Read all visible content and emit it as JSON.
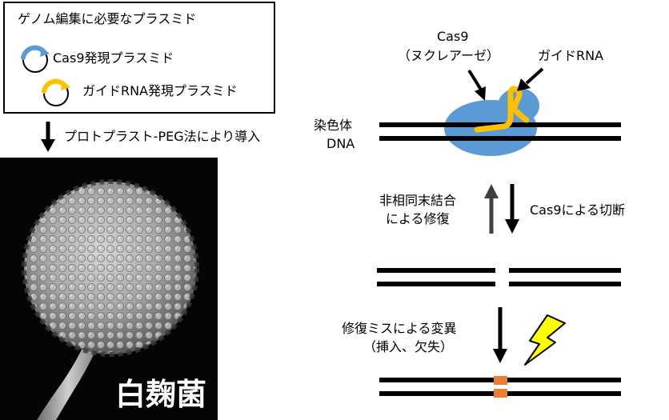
{
  "legend": {
    "title": "ゲノム編集に必要なプラスミド",
    "cas9_plasmid": "Cas9発現プラスミド",
    "guide_plasmid": "ガイドRNA発現プラスミド"
  },
  "step_transform": "プロトプラスト-PEG法により導入",
  "photo_label": "白麹菌",
  "cas9_label_line1": "Cas9",
  "cas9_label_line2": "（ヌクレアーゼ）",
  "guide_rna_label": "ガイドRNA",
  "chromosome_label_line1": "染色体",
  "chromosome_label_line2": "DNA",
  "repair_label_line1": "非相同末結合",
  "repair_label_line2": "による修復",
  "cut_label": "Cas9による切断",
  "mutation_label_line1": "修復ミスによる変異",
  "mutation_label_line2": "（挿入、欠失）",
  "colors": {
    "cas9_blue": "#5b9bd5",
    "guide_orange": "#ffc000",
    "mutation_orange": "#ed7d31",
    "bolt_yellow": "#ffff00",
    "dark_arrow": "#404040"
  }
}
